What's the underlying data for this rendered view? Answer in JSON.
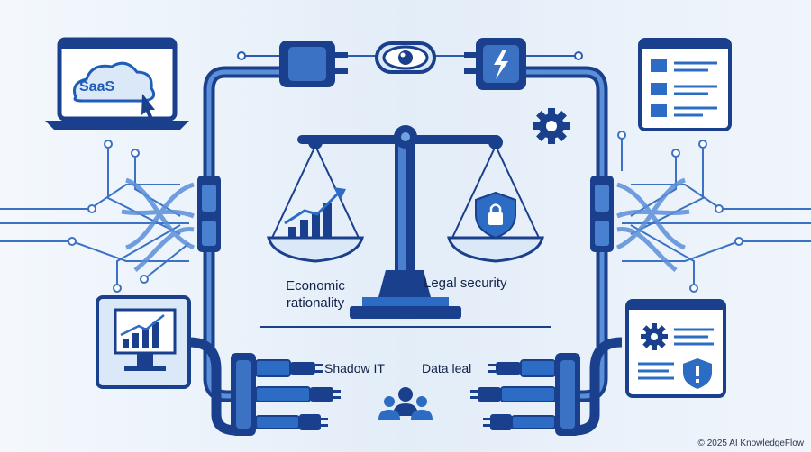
{
  "labels": {
    "saas": "SaaS",
    "left_pan": "Economic rationality",
    "right_pan": "Legal security",
    "bottom_left": "Shadow IT",
    "bottom_right": "Data leal"
  },
  "footer": {
    "copyright": "© 2025 AI KnowledgeFlow"
  },
  "colors": {
    "dark_blue": "#1a3f8c",
    "mid_blue": "#2d6cc4",
    "light_blue": "#6fa3e0",
    "pale_blue": "#dbe8f7",
    "text": "#12234a"
  },
  "icons": [
    "laptop-cloud-icon",
    "plug-icon",
    "eye-icon",
    "bolt-plug-icon",
    "document-icon",
    "gear-icon",
    "scale-icon",
    "growth-chart-icon",
    "shield-lock-icon",
    "monitor-chart-icon",
    "settings-shield-window-icon",
    "people-group-icon"
  ]
}
